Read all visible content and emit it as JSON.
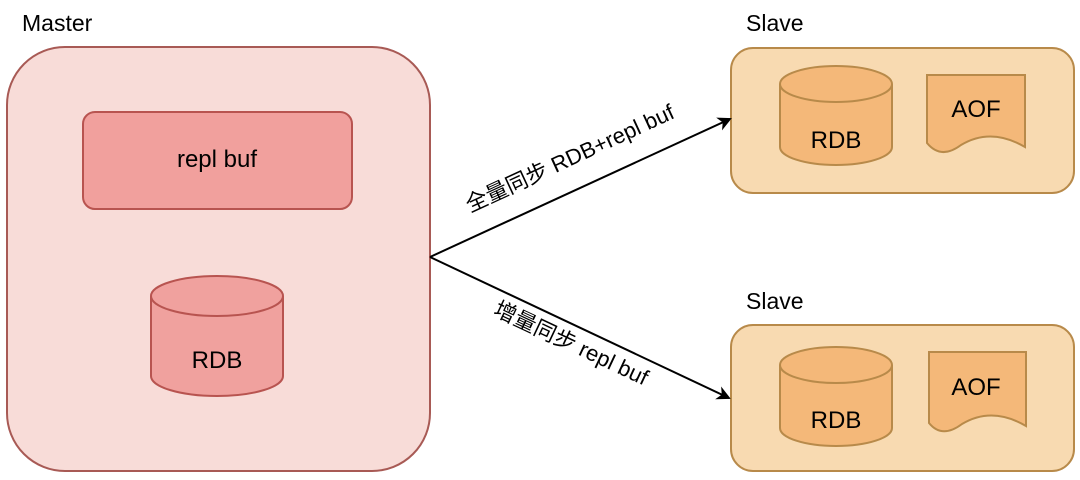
{
  "master": {
    "title": "Master",
    "repl_buf_label": "repl buf",
    "rdb_label": "RDB"
  },
  "slaves": [
    {
      "title": "Slave",
      "rdb_label": "RDB",
      "aof_label": "AOF"
    },
    {
      "title": "Slave",
      "rdb_label": "RDB",
      "aof_label": "AOF"
    }
  ],
  "edges": {
    "full_sync_label": "全量同步 RDB+repl buf",
    "incremental_sync_label": "增量同步 repl buf"
  },
  "colors": {
    "master_fill": "#f8dcd8",
    "master_stroke": "#a85a55",
    "repl_buf_fill": "#f1a09d",
    "repl_buf_stroke": "#b85450",
    "master_db_fill": "#f0a19e",
    "slave_fill": "#f8dab1",
    "slave_stroke": "#b88a4a",
    "slave_db_fill": "#f4b879",
    "slave_db_stroke": "#b88a4a"
  }
}
